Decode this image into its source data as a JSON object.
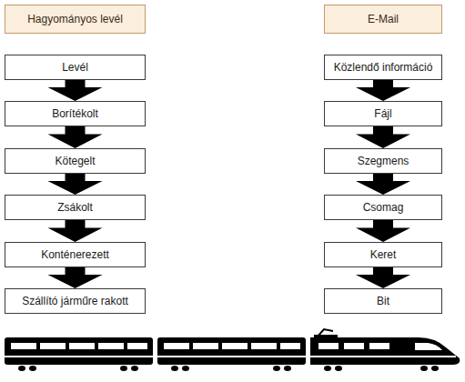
{
  "diagram": {
    "nodes": [
      {
        "text": [
          "Hagyományos levél"
        ]
      },
      {
        "text": [
          "Levél"
        ]
      },
      {
        "text": [
          "Borítékolt"
        ]
      },
      {
        "text": [
          "Kötegelt"
        ]
      },
      {
        "text": [
          "Zsákolt"
        ]
      },
      {
        "text": [
          "Konténerezett"
        ]
      },
      {
        "text": [
          "Szállító járműre rakott"
        ]
      },
      {
        "text": [
          "E-Mail"
        ]
      },
      {
        "text": [
          "Közlendő információ"
        ]
      },
      {
        "text": [
          "Fájl"
        ]
      },
      {
        "text": [
          "Szegmens"
        ]
      },
      {
        "text": [
          "Csomag"
        ]
      },
      {
        "text": [
          "Keret"
        ]
      },
      {
        "text": [
          "Bit"
        ]
      }
    ],
    "edges": [
      {
        "from": 1,
        "to": 2,
        "arrow": "to"
      },
      {
        "from": 2,
        "to": 3,
        "arrow": "to"
      },
      {
        "from": 3,
        "to": 4,
        "arrow": "to"
      },
      {
        "from": 4,
        "to": 5,
        "arrow": "to"
      },
      {
        "from": 5,
        "to": 6,
        "arrow": "to"
      },
      {
        "from": 8,
        "to": 9,
        "arrow": "to"
      },
      {
        "from": 9,
        "to": 10,
        "arrow": "to"
      },
      {
        "from": 10,
        "to": 11,
        "arrow": "to"
      },
      {
        "from": 11,
        "to": 12,
        "arrow": "to"
      },
      {
        "from": 12,
        "to": 13,
        "arrow": "to"
      }
    ]
  }
}
